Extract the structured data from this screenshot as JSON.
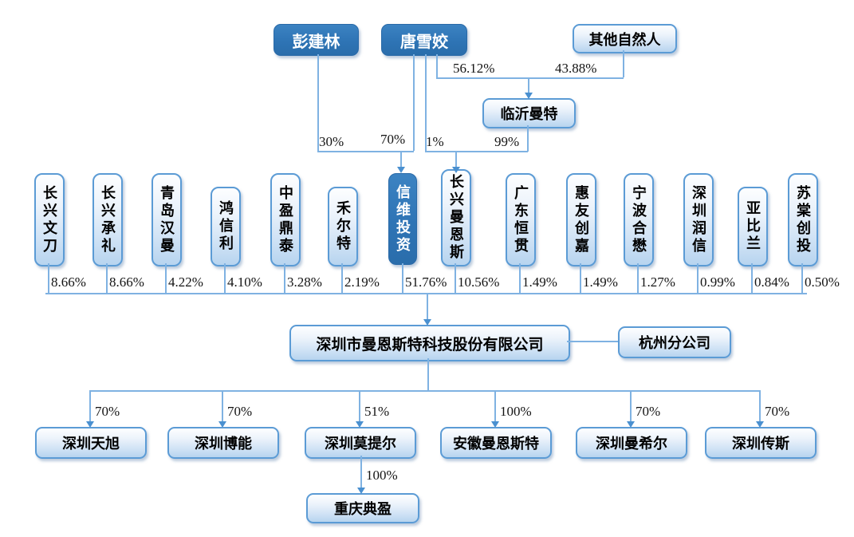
{
  "top": {
    "peng_jianlin": "彭建林",
    "tang_xuejiao": "唐雪姣",
    "other_persons": "其他自然人",
    "linyi_mante": "临沂曼特",
    "pct_tang_to_linyi": "56.12%",
    "pct_other_to_linyi": "43.88%",
    "pct_peng_to_xinwei": "30%",
    "pct_tang_to_xinwei": "70%",
    "pct_tang_to_changxing": "1%",
    "pct_linyi_to_changxing": "99%"
  },
  "shareholders": [
    {
      "name": "长兴文刀",
      "pct": "8.66%"
    },
    {
      "name": "长兴承礼",
      "pct": "8.66%"
    },
    {
      "name": "青岛汉曼",
      "pct": "4.22%"
    },
    {
      "name": "鸿信利",
      "pct": "4.10%"
    },
    {
      "name": "中盈鼎泰",
      "pct": "3.28%"
    },
    {
      "name": "禾尔特",
      "pct": "2.19%"
    },
    {
      "name": "信维投资",
      "pct": "51.76%",
      "highlight": true
    },
    {
      "name": "长兴曼恩斯",
      "pct": "10.56%"
    },
    {
      "name": "广东恒贯",
      "pct": "1.49%"
    },
    {
      "name": "惠友创嘉",
      "pct": "1.49%"
    },
    {
      "name": "宁波合懋",
      "pct": "1.27%"
    },
    {
      "name": "深圳润信",
      "pct": "0.99%"
    },
    {
      "name": "亚比兰",
      "pct": "0.84%"
    },
    {
      "name": "苏棠创投",
      "pct": "0.50%"
    }
  ],
  "company": {
    "name": "深圳市曼恩斯特科技股份有限公司"
  },
  "branch": {
    "name": "杭州分公司"
  },
  "subsidiaries": [
    {
      "name": "深圳天旭",
      "pct": "70%"
    },
    {
      "name": "深圳博能",
      "pct": "70%"
    },
    {
      "name": "深圳莫提尔",
      "pct": "51%"
    },
    {
      "name": "安徽曼恩斯特",
      "pct": "100%"
    },
    {
      "name": "深圳曼希尔",
      "pct": "70%"
    },
    {
      "name": "深圳传斯",
      "pct": "70%"
    }
  ],
  "grandchild": {
    "name": "重庆典盈",
    "pct": "100%"
  },
  "colors": {
    "dark_box": "#2e74b5",
    "light_box_border": "#5b9bd5",
    "line": "#7fb2e2",
    "arrow": "#4a90d0"
  }
}
